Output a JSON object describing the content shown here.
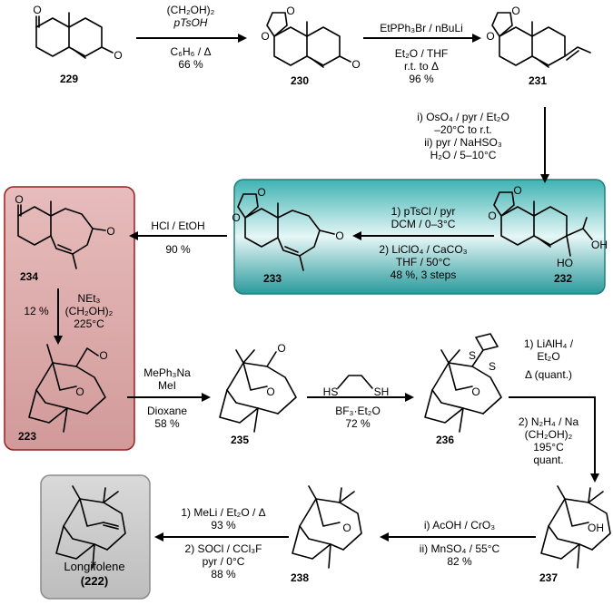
{
  "colors": {
    "teal_fill": "#2a9a9c",
    "teal_light": "#d5eeee",
    "red_fill": "#d8a6a6",
    "red_border": "#9a1e1e",
    "grey_fill": "#c7c7c7",
    "grey_border": "#8a8a8a"
  },
  "compounds": {
    "c229": "229",
    "c230": "230",
    "c231": "231",
    "c232": "232",
    "c233": "233",
    "c234": "234",
    "c223": "223",
    "c235": "235",
    "c236": "236",
    "c237": "237",
    "c238": "238",
    "c222_name": "Longifolene",
    "c222_num": "222"
  },
  "atoms": {
    "O": "O",
    "S": "S",
    "OH": "OH",
    "HO": "HO",
    "HS": "HS",
    "SH": "SH"
  },
  "steps": {
    "s1": {
      "l1": "(CH₂OH)₂",
      "l2": "pTsOH",
      "l3": "C₆H₆ / Δ",
      "l4": "66 %"
    },
    "s2": {
      "l1": "EtPPh₃Br / nBuLi",
      "l2": "Et₂O / THF",
      "l3": "r.t. to Δ",
      "l4": "96 %"
    },
    "s3": {
      "l1": "i) OsO₄ / pyr / Et₂O",
      "l2": "–20°C to r.t.",
      "l3": "ii) pyr / NaHSO₃",
      "l4": "H₂O / 5–10°C"
    },
    "s4": {
      "l1": "1) pTsCl / pyr",
      "l2": "DCM / 0–3°C",
      "l3": "2) LiClO₄ / CaCO₃",
      "l4": "THF / 50°C",
      "l5": "48 %, 3 steps"
    },
    "s5": {
      "l1": "HCl / EtOH",
      "l2": "90 %"
    },
    "s6": {
      "l1": "NEt₃",
      "l2": "(CH₂OH)₂",
      "l3": "225°C",
      "l4": "12 %"
    },
    "s7": {
      "l1": "MePh₃Na",
      "l2": "MeI",
      "l3": "Dioxane",
      "l4": "58 %"
    },
    "s8": {
      "l1": "BF₃·Et₂O",
      "l2": "72 %"
    },
    "s9": {
      "l1": "1) LiAlH₄ /",
      "l2": "Et₂O",
      "l3": "Δ (quant.)",
      "l4": "2) N₂H₄ / Na",
      "l5": "(CH₂OH)₂",
      "l6": "195°C",
      "l7": "quant."
    },
    "s10": {
      "l1": "i) AcOH / CrO₃",
      "l2": "ii) MnSO₄ / 55°C",
      "l3": "82 %"
    },
    "s11": {
      "l1": "1) MeLi / Et₂O / Δ",
      "l2": "93 %",
      "l3": "2) SOCl / CCl₃F",
      "l4": "pyr / 0°C",
      "l5": "88 %"
    }
  }
}
